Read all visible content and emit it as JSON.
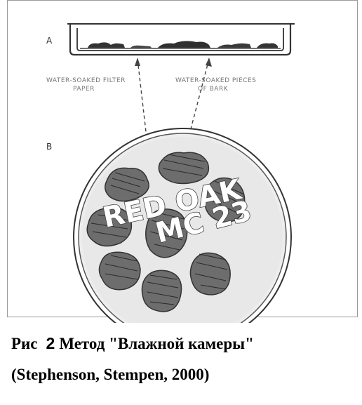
{
  "figure": {
    "panel_a_label": "A",
    "panel_b_label": "B",
    "annotation_left_line1": "WATER-SOAKED FILTER",
    "annotation_left_line2": "PAPER",
    "annotation_right_line1": "WATER-SOAKED PIECES",
    "annotation_right_line2": "OF BARK",
    "dish_label_line1": "RED OAK",
    "dish_label_line2": "MC 23"
  },
  "caption": {
    "prefix": "Рис",
    "number": "2",
    "title": "Метод \"Влажной камеры\"",
    "source": "(Stephenson, Stempen, 2000)"
  }
}
